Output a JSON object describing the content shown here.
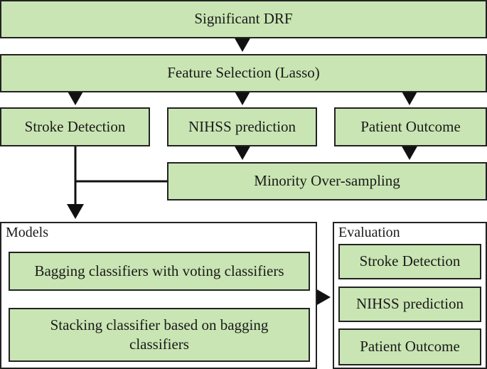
{
  "top": "Significant DRF",
  "feature_selection": "Feature Selection (Lasso)",
  "tasks": {
    "stroke": "Stroke Detection",
    "nihss": "NIHSS prediction",
    "outcome": "Patient Outcome"
  },
  "oversampling": "Minority Over-sampling",
  "models": {
    "label": "Models",
    "bagging": "Bagging classifiers with voting classifiers",
    "stacking": "Stacking classifier based on bagging classifiers"
  },
  "evaluation": {
    "label": "Evaluation",
    "stroke": "Stroke Detection",
    "nihss": "NIHSS prediction",
    "outcome": "Patient Outcome"
  }
}
